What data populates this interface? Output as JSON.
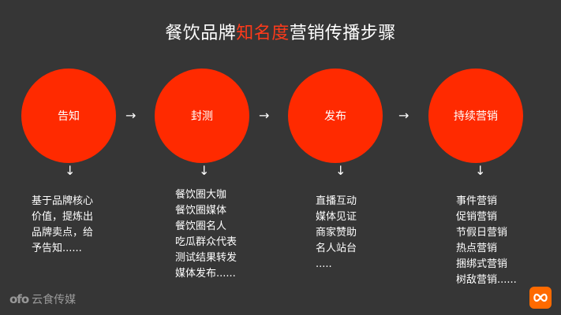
{
  "title": {
    "prefix": "餐饮品牌",
    "highlight": "知名度",
    "suffix": "营销传播步骤",
    "highlight_color": "#ff3a1a"
  },
  "colors": {
    "background": "#363636",
    "circle": "#ff2a00",
    "badge": "#ff6a00"
  },
  "steps": [
    {
      "label": "告知",
      "desc": "基于品牌核心\n价值，提炼出\n品牌卖点，给\n予告知......"
    },
    {
      "label": "封测",
      "desc": "餐饮圈大咖\n餐饮圈媒体\n餐饮圈名人\n吃瓜群众代表\n测试结果转发\n媒体发布......"
    },
    {
      "label": "发布",
      "desc": "直播互动\n媒体见证\n商家赞助\n名人站台\n....."
    },
    {
      "label": "持续营销",
      "desc": "事件营销\n促销营销\n节假日营销\n热点营销\n捆绑式营销\n树敌营销......"
    }
  ],
  "arrows": {
    "right": "→",
    "down": "↓"
  },
  "watermark": {
    "logo": "ofo",
    "text": "云食传媒"
  },
  "badge_icon": "infinity-icon"
}
